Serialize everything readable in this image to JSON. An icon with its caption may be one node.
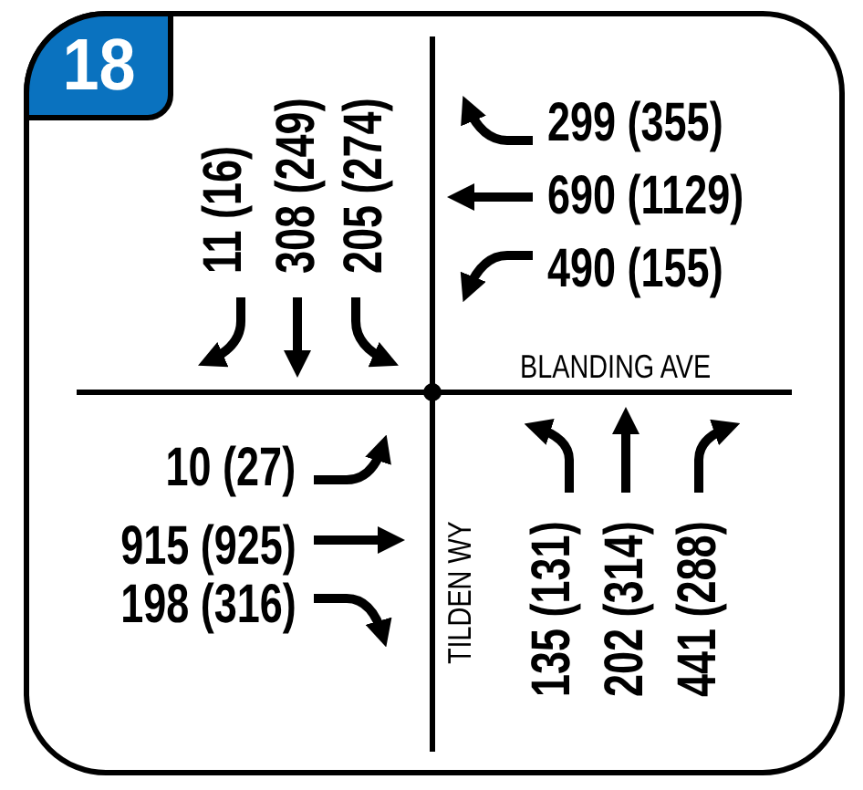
{
  "diagram": {
    "labels": [
      "18",
      "11 (16)",
      "308 (249)",
      "205 (274)",
      "299 (355)",
      "690 (1129)",
      "490 (155)",
      "BLANDING AVE",
      "10 (27)",
      "915 (925)",
      "198 (316)",
      "TILDEN WY",
      "135 (131)",
      "202 (314)",
      "441 (288)"
    ]
  }
}
